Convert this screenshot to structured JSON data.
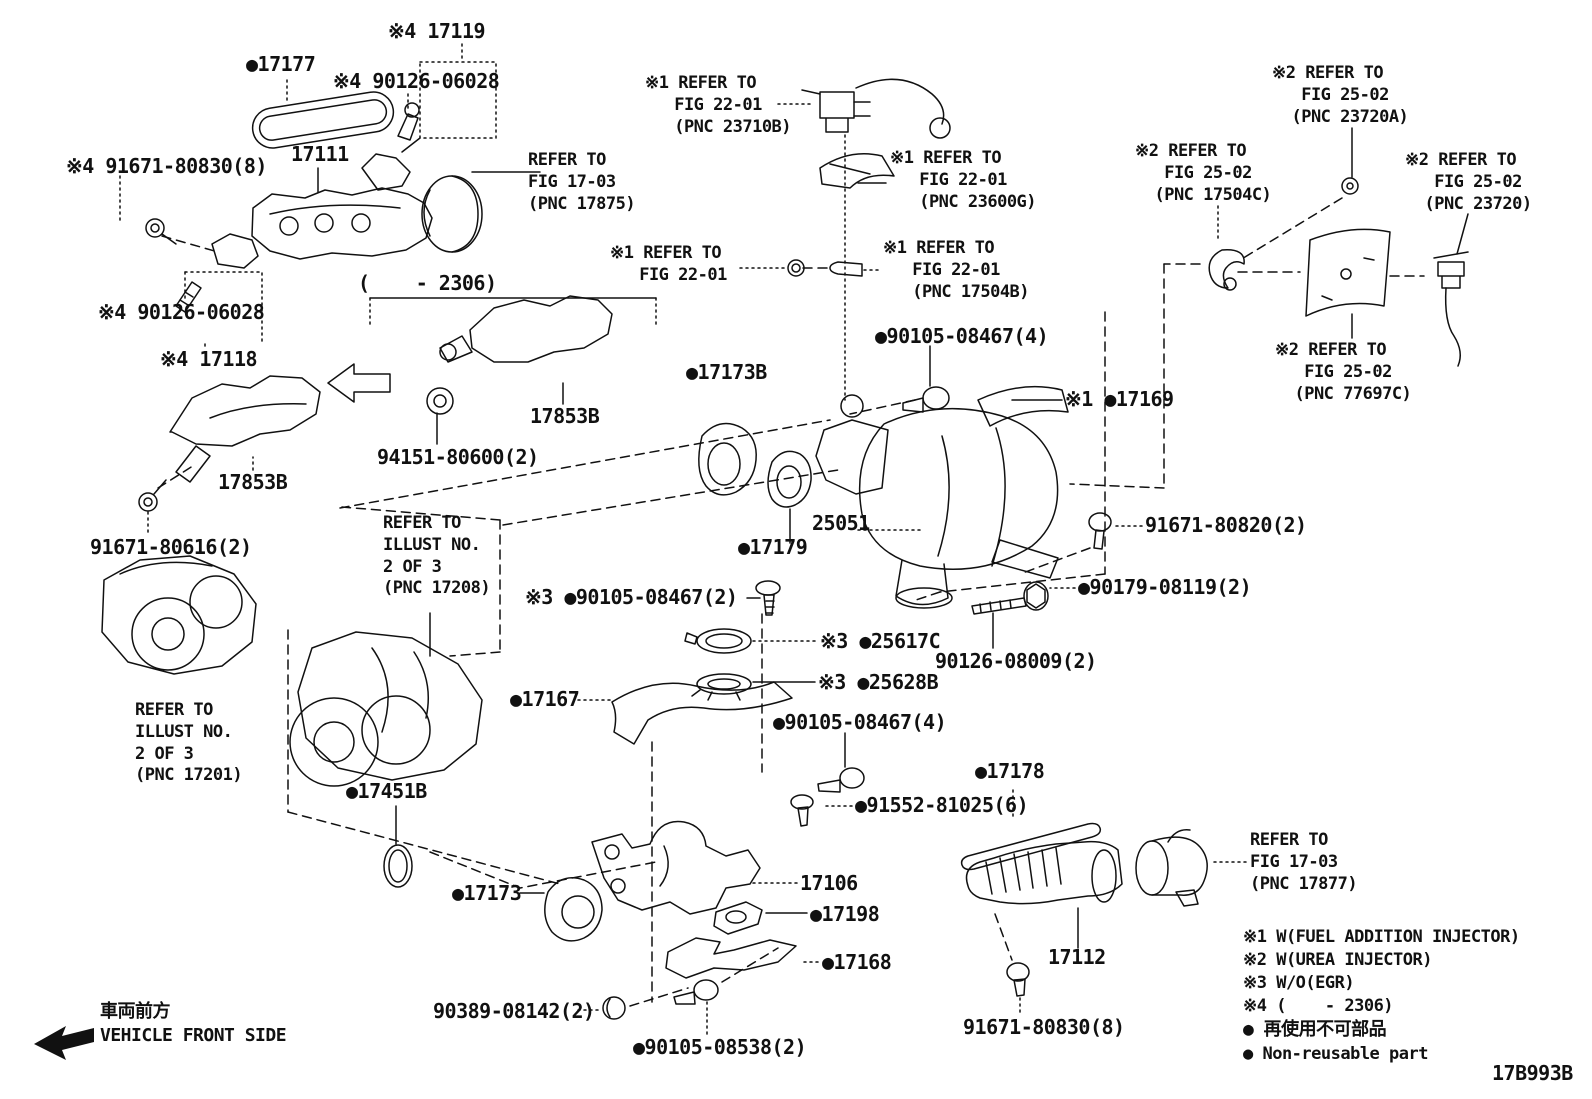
{
  "diagram": {
    "drawing_code": "17B993B",
    "title_context": "Exhaust manifold & converter parts diagram",
    "footer": {
      "front_side_jp": "車両前方",
      "front_side_en": "VEHICLE FRONT SIDE"
    },
    "legend": {
      "note1": "※1 W(FUEL ADDITION INJECTOR)",
      "note2": "※2 W(UREA INJECTOR)",
      "note3": "※3 W/O(EGR)",
      "note4": "※4 (    - 2306)",
      "non_reusable_jp": "● 再使用不可部品",
      "non_reusable_en": "● Non-reusable part"
    },
    "labels": {
      "p17119": {
        "text": "※4 17119"
      },
      "p17177": {
        "text": "●17177"
      },
      "p90126_06028_a": {
        "text": "※4 90126-06028"
      },
      "p17111": {
        "text": "17111"
      },
      "p91671_80830_a": {
        "text": "※4 91671-80830(8)"
      },
      "ref_17875": {
        "text": "REFER TO\nFIG 17-03\n(PNC 17875)"
      },
      "ref_23710B": {
        "text": "※1 REFER TO\n   FIG 22-01\n   (PNC 23710B)"
      },
      "ref_23600G": {
        "text": "※1 REFER TO\n   FIG 22-01\n   (PNC 23600G)"
      },
      "ref_2201": {
        "text": "※1 REFER TO\n   FIG 22-01"
      },
      "ref_17504B": {
        "text": "※1 REFER TO\n   FIG 22-01\n   (PNC 17504B)"
      },
      "ref_23720A": {
        "text": "※2 REFER TO\n   FIG 25-02\n  (PNC 23720A)"
      },
      "ref_17504C": {
        "text": "※2 REFER TO\n   FIG 25-02\n  (PNC 17504C)"
      },
      "ref_23720": {
        "text": "※2 REFER TO\n   FIG 25-02\n  (PNC 23720)"
      },
      "ref_77697C": {
        "text": "※2 REFER TO\n   FIG 25-02\n  (PNC 77697C)"
      },
      "p90126_06028_b": {
        "text": "※4 90126-06028"
      },
      "p17118": {
        "text": "※4 17118"
      },
      "range_2306": {
        "text": "(    - 2306)"
      },
      "p17853B_r": {
        "text": "17853B"
      },
      "p94151_80600": {
        "text": "94151-80600(2)"
      },
      "p17853B_l": {
        "text": "17853B"
      },
      "p91671_80616": {
        "text": "91671-80616(2)"
      },
      "p17173B": {
        "text": "●17173B"
      },
      "p90105_08467_a": {
        "text": "●90105-08467(4)"
      },
      "p17169": {
        "text": "※1 ●17169"
      },
      "ref_17208": {
        "text": "REFER TO\nILLUST NO.\n2 OF 3\n(PNC 17208)"
      },
      "p25051": {
        "text": "25051"
      },
      "p17179": {
        "text": "●17179"
      },
      "p91671_80820": {
        "text": "91671-80820(2)"
      },
      "p90105_08467_b": {
        "text": "※3 ●90105-08467(2)"
      },
      "p90179_08119": {
        "text": "●90179-08119(2)"
      },
      "p25617C": {
        "text": "※3 ●25617C"
      },
      "p90126_08009": {
        "text": "90126-08009(2)"
      },
      "p25628B": {
        "text": "※3 ●25628B"
      },
      "p17167": {
        "text": "●17167"
      },
      "p90105_08467_c": {
        "text": "●90105-08467(4)"
      },
      "ref_17201": {
        "text": "REFER TO\nILLUST NO.\n2 OF 3\n(PNC 17201)"
      },
      "p17451B": {
        "text": "●17451B"
      },
      "p91552_81025": {
        "text": "●91552-81025(6)"
      },
      "p17178": {
        "text": "●17178"
      },
      "p17106": {
        "text": "17106"
      },
      "p17173": {
        "text": "●17173"
      },
      "p17198": {
        "text": "●17198"
      },
      "p17168": {
        "text": "●17168"
      },
      "ref_17877": {
        "text": "REFER TO\nFIG 17-03\n(PNC 17877)"
      },
      "p17112": {
        "text": "17112"
      },
      "p90389_08142": {
        "text": "90389-08142(2)"
      },
      "p90105_08538": {
        "text": "●90105-08538(2)"
      },
      "p91671_80830_b": {
        "text": "91671-80830(8)"
      }
    },
    "colors": {
      "ink": "#111111",
      "background": "#ffffff"
    }
  }
}
